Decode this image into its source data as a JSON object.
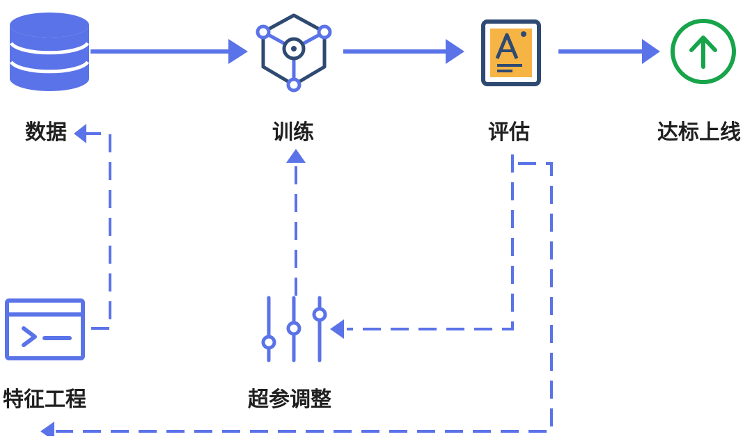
{
  "diagram": {
    "nodes": {
      "data": {
        "label": "数据",
        "icon": "database-icon"
      },
      "train": {
        "label": "训练",
        "icon": "cube-network-icon"
      },
      "eval": {
        "label": "评估",
        "icon": "document-a-icon"
      },
      "launch": {
        "label": "达标上线",
        "icon": "up-arrow-circle-icon"
      },
      "feature": {
        "label": "特征工程",
        "icon": "terminal-window-icon"
      },
      "hyper": {
        "label": "超参调整",
        "icon": "sliders-icon"
      }
    },
    "edges": [
      {
        "from": "数据",
        "to": "训练",
        "style": "solid"
      },
      {
        "from": "训练",
        "to": "评估",
        "style": "solid"
      },
      {
        "from": "评估",
        "to": "达标上线",
        "style": "solid"
      },
      {
        "from": "评估",
        "to": "超参调整",
        "style": "dashed"
      },
      {
        "from": "评估",
        "to": "特征工程",
        "style": "dashed"
      },
      {
        "from": "超参调整",
        "to": "训练",
        "style": "dashed"
      },
      {
        "from": "特征工程",
        "to": "数据",
        "style": "dashed"
      }
    ],
    "colors": {
      "arrow": "#5b73e8",
      "icon_blue": "#5b73e8",
      "icon_navy": "#2f4a72",
      "doc_fill": "#f6b445",
      "launch_green": "#17a44a",
      "label": "#1f1f1f"
    }
  }
}
